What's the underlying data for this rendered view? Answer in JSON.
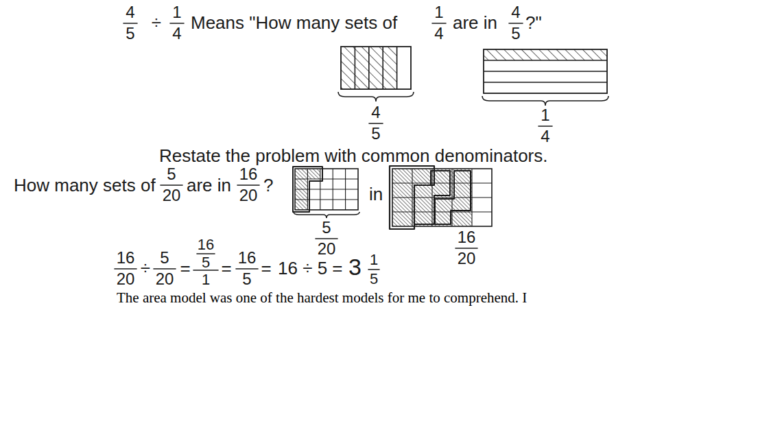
{
  "diagram": {
    "labels": [
      "4",
      "5",
      "÷",
      "1",
      "4",
      "Means \"How many sets of",
      "1",
      "4",
      "are in",
      "4",
      "5",
      "?\"",
      "4",
      "5",
      "1",
      "4",
      "Restate the problem with common denominators.",
      "How many sets of",
      "5",
      "20",
      "are in",
      "16",
      "20",
      "?",
      "5",
      "20",
      "in",
      "16",
      "20",
      "16",
      "20",
      "÷",
      "5",
      "20",
      "=",
      "16",
      "5",
      "1",
      "=",
      "16",
      "5",
      "=",
      "16 ÷ 5 =",
      "3",
      "1",
      "5",
      "The area model was one of the hardest models for me to comprehend. I"
    ]
  }
}
